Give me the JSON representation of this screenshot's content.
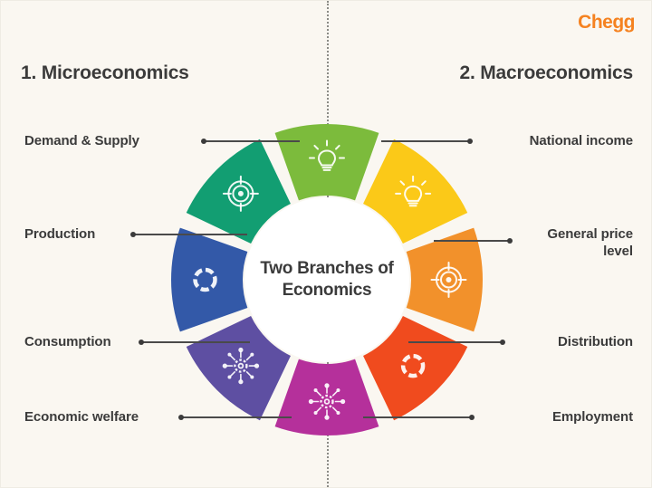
{
  "brand": {
    "name": "Chegg",
    "color": "#f58220"
  },
  "background_color": "#faf7f1",
  "center": {
    "title": "Two Branches\nof Economics"
  },
  "headings": {
    "left": "1.  Microeconomics",
    "right": "2. Macroeconomics"
  },
  "chart_data": {
    "type": "pie",
    "title": "Two Branches of Economics",
    "legend": "none",
    "categories": [
      "Demand & Supply",
      "National income",
      "General price level",
      "Distribution",
      "Employment",
      "Economic welfare",
      "Consumption",
      "Production"
    ],
    "values": [
      12.5,
      12.5,
      12.5,
      12.5,
      12.5,
      12.5,
      12.5,
      12.5
    ],
    "colors": [
      "#7cbb3c",
      "#fbc918",
      "#f2912b",
      "#f04b1e",
      "#b5309b",
      "#5e4fa2",
      "#3359a8",
      "#129e72"
    ]
  },
  "segments": [
    {
      "id": "demand-supply",
      "label": "Demand & Supply",
      "branch": "Microeconomics",
      "color": "#7cbb3c",
      "icon": "lightbulb-icon",
      "side": "left"
    },
    {
      "id": "production",
      "label": "Production",
      "branch": "Microeconomics",
      "color": "#129e72",
      "icon": "target-icon",
      "side": "left"
    },
    {
      "id": "consumption",
      "label": "Consumption",
      "branch": "Microeconomics",
      "color": "#3359a8",
      "icon": "dashed-circle-icon",
      "side": "left"
    },
    {
      "id": "economic-welfare",
      "label": "Economic welfare",
      "branch": "Microeconomics",
      "color": "#5e4fa2",
      "icon": "network-gear-icon",
      "side": "left"
    },
    {
      "id": "national-income",
      "label": "National income",
      "branch": "Macroeconomics",
      "color": "#fbc918",
      "icon": "lightbulb-icon",
      "side": "right"
    },
    {
      "id": "general-price-level",
      "label": "General price\nlevel",
      "branch": "Macroeconomics",
      "color": "#f2912b",
      "icon": "target-icon",
      "side": "right"
    },
    {
      "id": "distribution",
      "label": "Distribution",
      "branch": "Macroeconomics",
      "color": "#f04b1e",
      "icon": "dashed-circle-icon",
      "side": "right"
    },
    {
      "id": "employment",
      "label": "Employment",
      "branch": "Macroeconomics",
      "color": "#b5309b",
      "icon": "network-gear-icon",
      "side": "right"
    }
  ]
}
